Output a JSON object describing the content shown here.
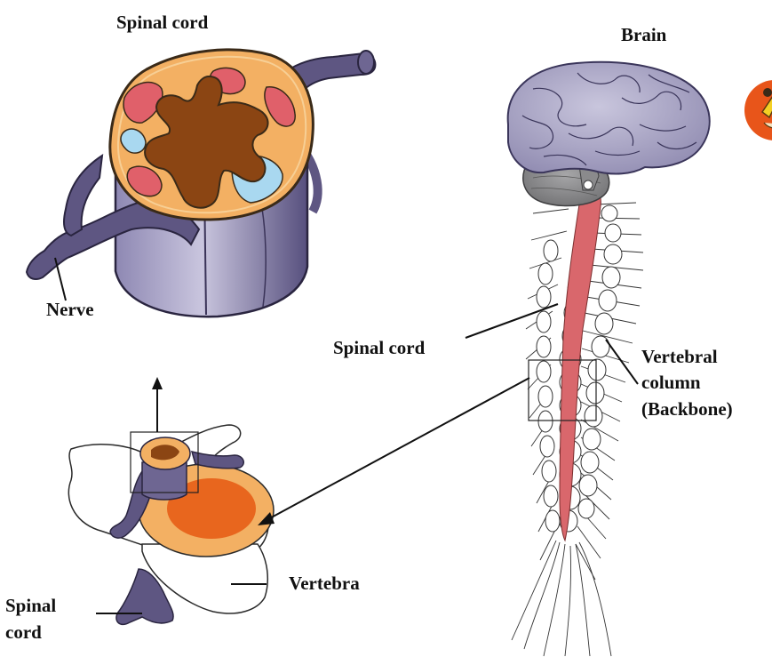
{
  "labels": {
    "spinal_cord_top": "Spinal cord",
    "brain": "Brain",
    "nerve": "Nerve",
    "spinal_cord_mid": "Spinal cord",
    "vertebral_column": "Vertebral\ncolumn\n(Backbone)",
    "vertebra": "Vertebra",
    "spinal_cord_bottom": "Spinal\ncord"
  },
  "colors": {
    "cord_outer": "#F3B063",
    "grey_matter": "#8B4513",
    "white_matter_red": "#E0606A",
    "white_matter_blue": "#A9D8F0",
    "nerve_purple": "#5E5682",
    "brain_purple": "#A6A2C2",
    "cerebellum_grey": "#8A8A8C",
    "spine_red": "#D9676C",
    "vertebra_orange": "#E8661E",
    "badge_orange": "#E8551A"
  }
}
